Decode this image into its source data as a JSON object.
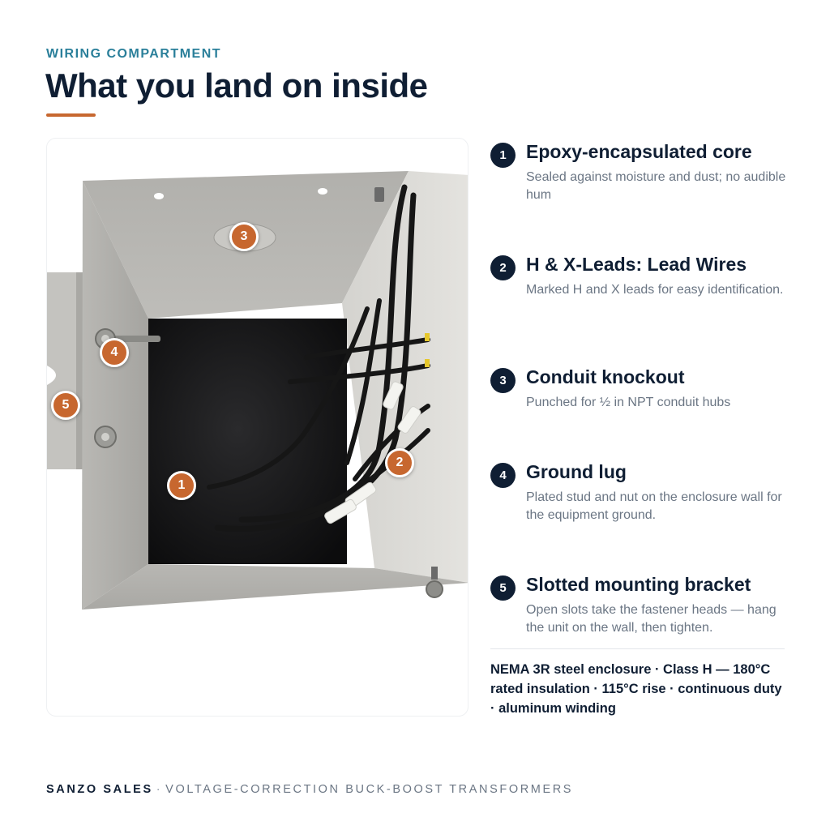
{
  "header": {
    "eyebrow": "WIRING COMPARTMENT",
    "title": "What you land on inside"
  },
  "photo": {
    "markers": [
      "1",
      "2",
      "3",
      "4",
      "5"
    ]
  },
  "callouts": [
    {
      "num": "1",
      "title": "Epoxy-encapsulated core",
      "desc": "Sealed against moisture and dust; no audible hum"
    },
    {
      "num": "2",
      "title": "H & X-Leads: Lead Wires",
      "desc": "Marked H and X leads for easy identification."
    },
    {
      "num": "3",
      "title": "Conduit knockout",
      "desc": "Punched for ½ in NPT conduit hubs"
    },
    {
      "num": "4",
      "title": "Ground lug",
      "desc": "Plated stud and nut on the enclosure wall for the equipment ground."
    },
    {
      "num": "5",
      "title": "Slotted mounting bracket",
      "desc": "Open slots take the fastener heads — hang the unit on the wall, then tighten."
    }
  ],
  "specs": "NEMA 3R steel enclosure  ·  Class H — 180°C rated insulation  ·  115°C rise  ·  continuous duty  ·  aluminum winding",
  "footer": {
    "brand": "SANZO SALES",
    "separator": "·",
    "tagline": "VOLTAGE-CORRECTION BUCK-BOOST TRANSFORMERS"
  },
  "colors": {
    "accent": "#c7672f",
    "navy": "#0f1e33",
    "eyebrow": "#2a7f9a"
  }
}
